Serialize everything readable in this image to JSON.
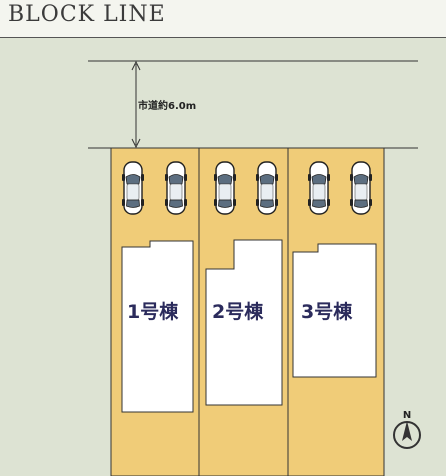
{
  "header": {
    "title": "BLOCK LINE"
  },
  "road": {
    "label": "市道約6.0m"
  },
  "lots": [
    {
      "building_label": "1号棟"
    },
    {
      "building_label": "2号棟"
    },
    {
      "building_label": "3号棟"
    }
  ],
  "compass": {
    "label": "N",
    "icon": "north-arrow-icon"
  },
  "colors": {
    "lot_fill": "#f0cc78",
    "building_fill": "#ffffff",
    "lines": "#333333",
    "background": "#dde3d3"
  }
}
